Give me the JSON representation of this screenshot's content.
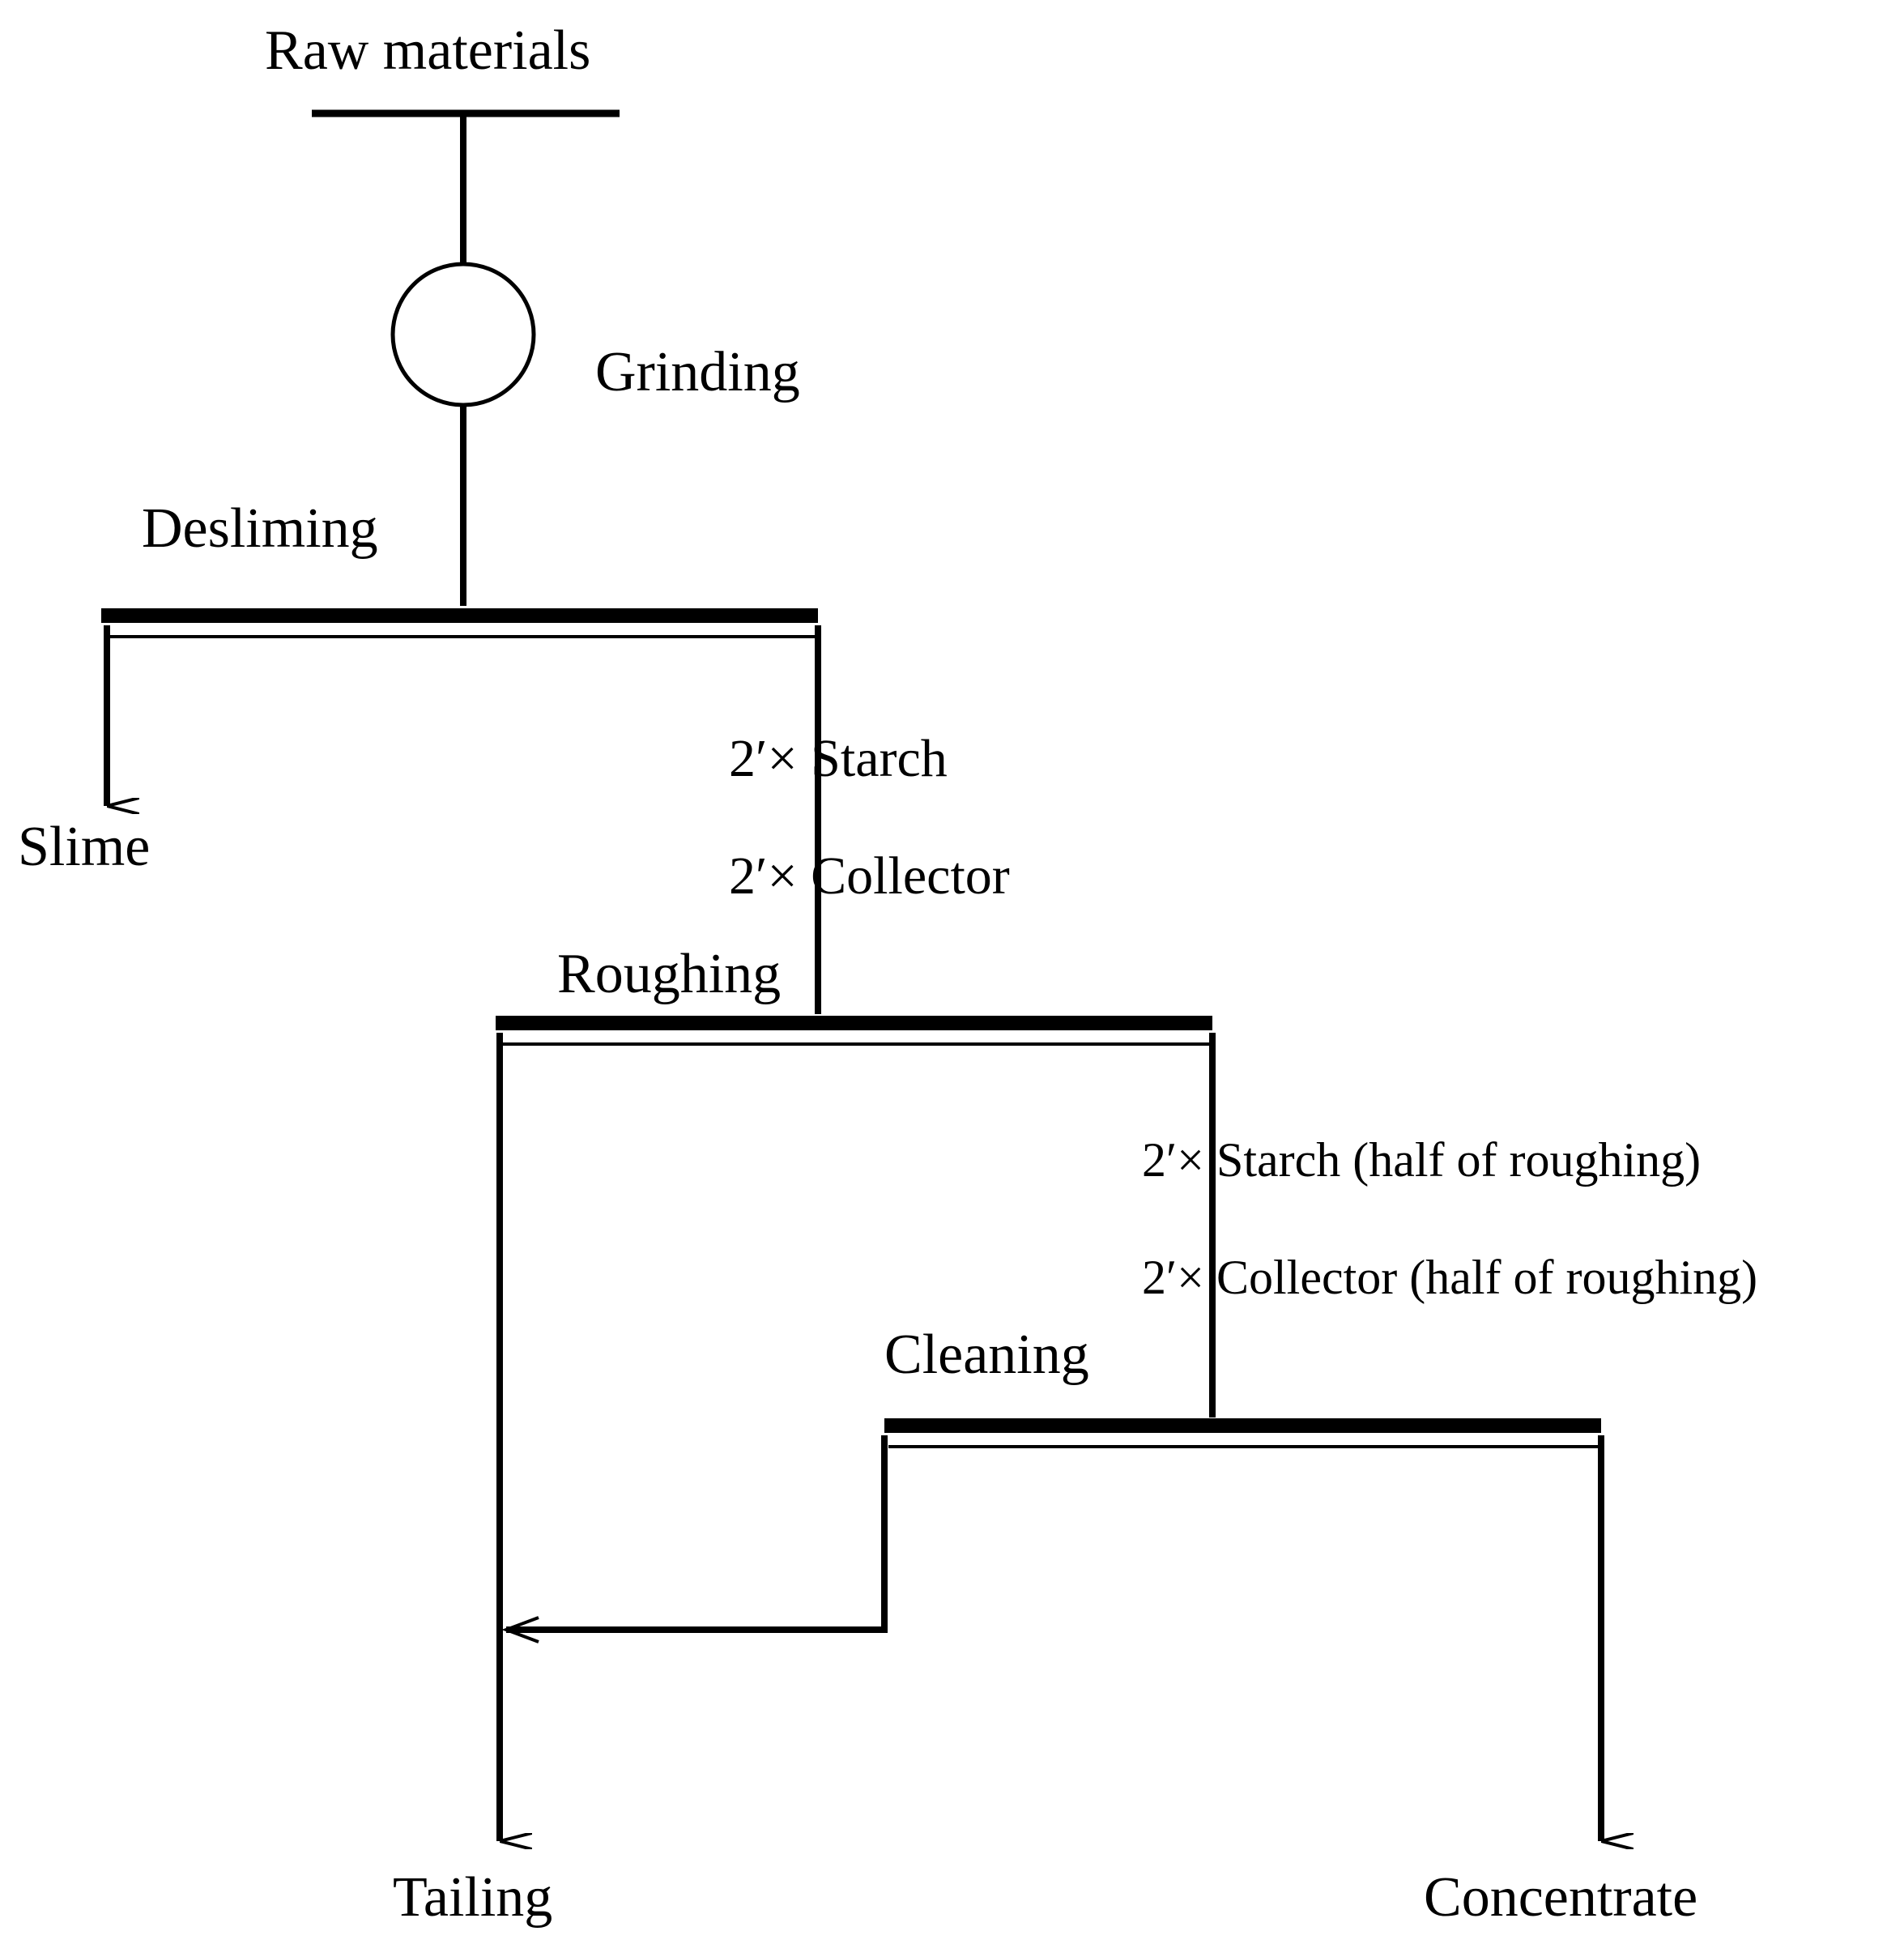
{
  "diagram": {
    "raw_materials": "Raw materials",
    "grinding": "Grinding",
    "desliming": "Desliming",
    "slime": "Slime",
    "reagents_roughing": {
      "starch": "2′× Starch",
      "collector": "2′× Collector"
    },
    "roughing": "Roughing",
    "reagents_cleaning": {
      "starch": "2′× Starch (half of roughing)",
      "collector": "2′× Collector (half of roughing)"
    },
    "cleaning": "Cleaning",
    "tailing": "Tailing",
    "concentrate": "Concentrate"
  },
  "colors": {
    "line": "#000000",
    "background": "#ffffff"
  }
}
